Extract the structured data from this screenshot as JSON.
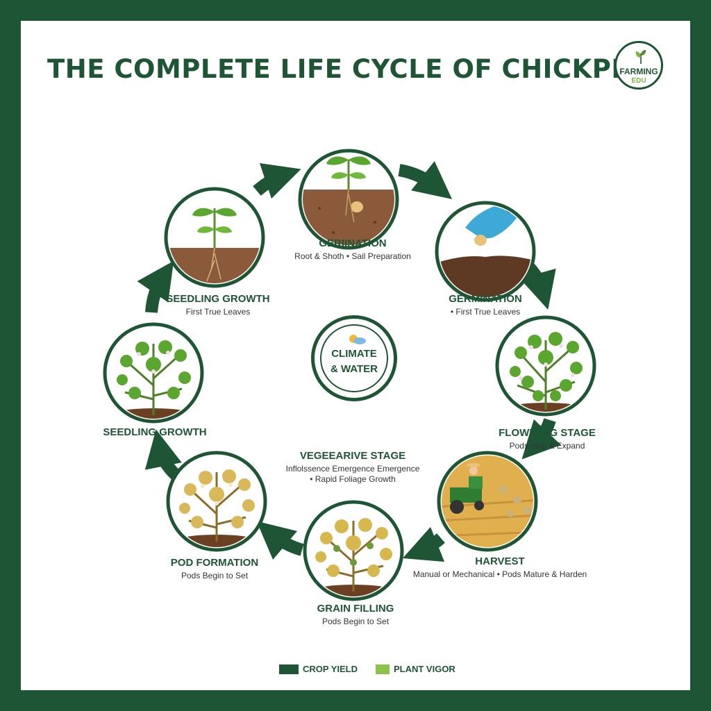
{
  "title": "THE COMPLETE LIFE CYCLE OF CHICKPEA",
  "logo": {
    "line1": "FARMING",
    "line2": "EDU"
  },
  "center": {
    "line1": "CLIMATE",
    "line2": "& WATER"
  },
  "stages": [
    {
      "title": "GERIINATION",
      "sub": "Root & Shoth • Sail Preparation"
    },
    {
      "title": "GERMINATION",
      "sub": "• First True Leaves"
    },
    {
      "title": "FLOWE  ING STAGE",
      "sub": "Pods  elop & Expand"
    },
    {
      "title": "HARVEST",
      "sub": "Manual or Mechanical • Pods Mature & Harden"
    },
    {
      "title": "GRAIN FILLING",
      "sub": "Pods Begin to Set"
    },
    {
      "title": "POD FORMATION",
      "sub": "Pods Begin to Set"
    },
    {
      "title": "SEEDLING GROWTH",
      "sub": ""
    },
    {
      "title": "SEEDLING GROWTH",
      "sub": "First True Leaves"
    }
  ],
  "vegetative": {
    "title": "VEGEEARIVE STAGE",
    "sub1": "Inflolssence Emergence Emergence",
    "sub2": "• Rapid Foliage Growth"
  },
  "legend": [
    {
      "label": "CROP YIELD",
      "color": "#1d5535"
    },
    {
      "label": "PLANT VIGOR",
      "color": "#8bc34a"
    }
  ],
  "colors": {
    "frame": "#1d5535",
    "accent": "#8bc34a",
    "soil": "#7a4a2a"
  }
}
